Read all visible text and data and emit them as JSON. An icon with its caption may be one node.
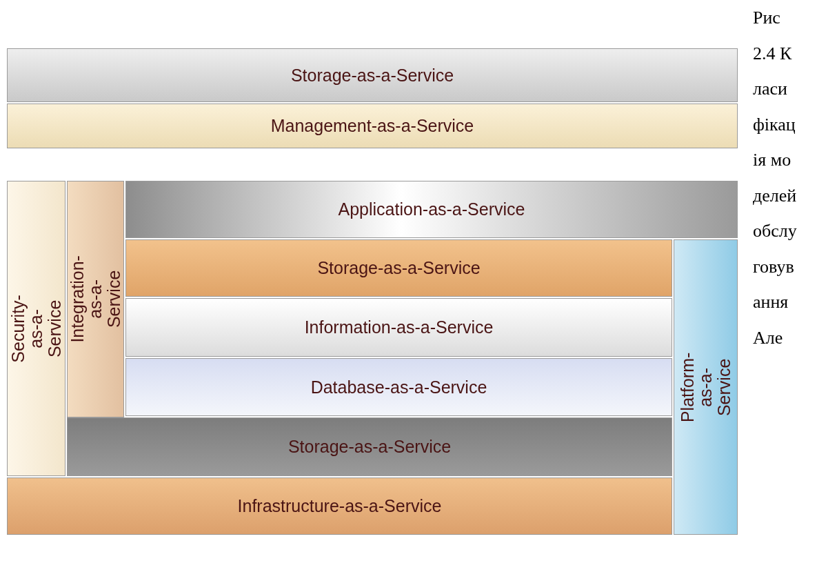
{
  "diagram": {
    "caption": "Рис 2.4 Класифікація моделей обслуговування Але",
    "nodes": [
      {
        "text": [
          "Storage-as-a-Service"
        ]
      },
      {
        "text": [
          "Management-as-a-Service"
        ]
      },
      {
        "text": [
          "Security-as-a-Service"
        ]
      },
      {
        "text": [
          "Integration-as-a-Service"
        ]
      },
      {
        "text": [
          "Application-as-a-Service"
        ]
      },
      {
        "text": [
          "Storage-as-a-Service"
        ]
      },
      {
        "text": [
          "Platform-as-a-Service"
        ]
      },
      {
        "text": [
          "Information-as-a-Service"
        ]
      },
      {
        "text": [
          "Database-as-a-Service"
        ]
      },
      {
        "text": [
          "Storage-as-a-Service"
        ]
      },
      {
        "text": [
          "Infrastructure-as-a-Service"
        ]
      }
    ]
  }
}
